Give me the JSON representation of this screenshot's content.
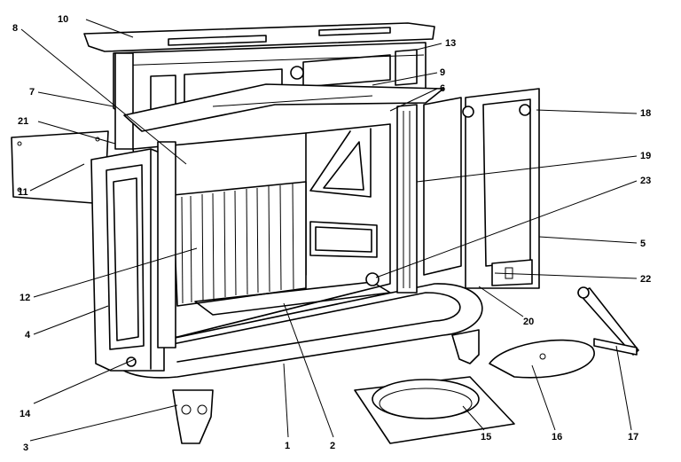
{
  "callouts": [
    {
      "id": "10",
      "label": "10"
    },
    {
      "id": "8",
      "label": "8"
    },
    {
      "id": "13",
      "label": "13"
    },
    {
      "id": "9",
      "label": "9"
    },
    {
      "id": "6",
      "label": "6"
    },
    {
      "id": "7",
      "label": "7"
    },
    {
      "id": "21",
      "label": "21"
    },
    {
      "id": "18",
      "label": "18"
    },
    {
      "id": "11",
      "label": "11"
    },
    {
      "id": "19",
      "label": "19"
    },
    {
      "id": "23",
      "label": "23"
    },
    {
      "id": "5",
      "label": "5"
    },
    {
      "id": "12",
      "label": "12"
    },
    {
      "id": "22",
      "label": "22"
    },
    {
      "id": "4",
      "label": "4"
    },
    {
      "id": "20",
      "label": "20"
    },
    {
      "id": "14",
      "label": "14"
    },
    {
      "id": "3",
      "label": "3"
    },
    {
      "id": "1",
      "label": "1"
    },
    {
      "id": "2",
      "label": "2"
    },
    {
      "id": "15",
      "label": "15"
    },
    {
      "id": "16",
      "label": "16"
    },
    {
      "id": "17",
      "label": "17"
    }
  ]
}
